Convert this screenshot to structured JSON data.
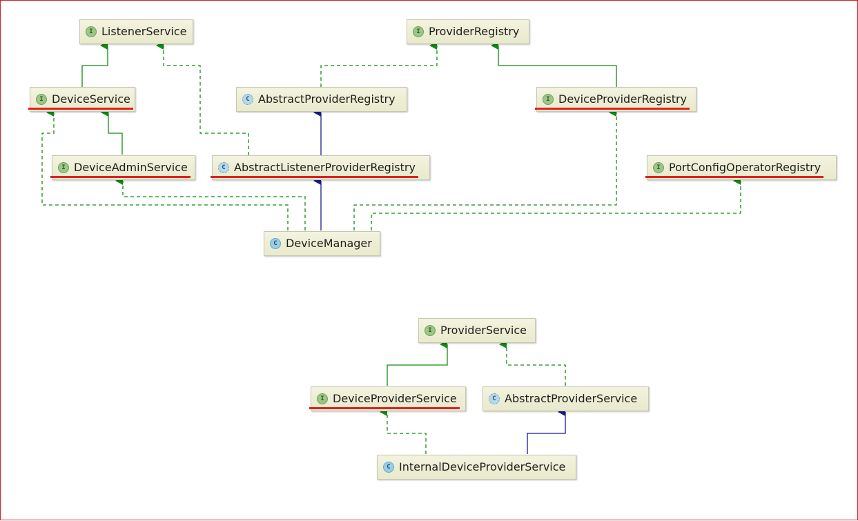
{
  "colors": {
    "implements": "#138a13",
    "extends": "#1a1a8c",
    "highlight": "#e02020",
    "frame": "#d0202a"
  },
  "nodes": {
    "listener_service": {
      "label": "ListenerService",
      "kind": "interface",
      "icon": "I"
    },
    "provider_registry": {
      "label": "ProviderRegistry",
      "kind": "interface",
      "icon": "I"
    },
    "device_service": {
      "label": "DeviceService",
      "kind": "interface",
      "icon": "I"
    },
    "abstract_provider_registry": {
      "label": "AbstractProviderRegistry",
      "kind": "abstract-class",
      "icon": "C"
    },
    "device_provider_registry": {
      "label": "DeviceProviderRegistry",
      "kind": "interface",
      "icon": "I"
    },
    "device_admin_service": {
      "label": "DeviceAdminService",
      "kind": "interface",
      "icon": "I"
    },
    "abstract_listener_provider_registry": {
      "label": "AbstractListenerProviderRegistry",
      "kind": "abstract-class",
      "icon": "C"
    },
    "port_config_operator_registry": {
      "label": "PortConfigOperatorRegistry",
      "kind": "interface",
      "icon": "I"
    },
    "device_manager": {
      "label": "DeviceManager",
      "kind": "class",
      "icon": "C"
    },
    "provider_service": {
      "label": "ProviderService",
      "kind": "interface",
      "icon": "I"
    },
    "device_provider_service": {
      "label": "DeviceProviderService",
      "kind": "interface",
      "icon": "I"
    },
    "abstract_provider_service": {
      "label": "AbstractProviderService",
      "kind": "abstract-class",
      "icon": "C"
    },
    "internal_device_provider_service": {
      "label": "InternalDeviceProviderService",
      "kind": "class",
      "icon": "C"
    }
  },
  "edges": [
    {
      "from": "device_service",
      "to": "listener_service",
      "type": "extends-interface"
    },
    {
      "from": "abstract_listener_provider_registry",
      "to": "listener_service",
      "type": "implements"
    },
    {
      "from": "abstract_provider_registry",
      "to": "provider_registry",
      "type": "implements"
    },
    {
      "from": "device_provider_registry",
      "to": "provider_registry",
      "type": "extends-interface"
    },
    {
      "from": "device_admin_service",
      "to": "device_service",
      "type": "extends-interface"
    },
    {
      "from": "abstract_listener_provider_registry",
      "to": "abstract_provider_registry",
      "type": "extends"
    },
    {
      "from": "device_manager",
      "to": "device_service",
      "type": "implements"
    },
    {
      "from": "device_manager",
      "to": "device_admin_service",
      "type": "implements"
    },
    {
      "from": "device_manager",
      "to": "abstract_listener_provider_registry",
      "type": "extends"
    },
    {
      "from": "device_manager",
      "to": "device_provider_registry",
      "type": "implements"
    },
    {
      "from": "device_manager",
      "to": "port_config_operator_registry",
      "type": "implements"
    },
    {
      "from": "device_provider_service",
      "to": "provider_service",
      "type": "extends-interface"
    },
    {
      "from": "abstract_provider_service",
      "to": "provider_service",
      "type": "implements"
    },
    {
      "from": "internal_device_provider_service",
      "to": "device_provider_service",
      "type": "implements"
    },
    {
      "from": "internal_device_provider_service",
      "to": "abstract_provider_service",
      "type": "extends"
    }
  ]
}
